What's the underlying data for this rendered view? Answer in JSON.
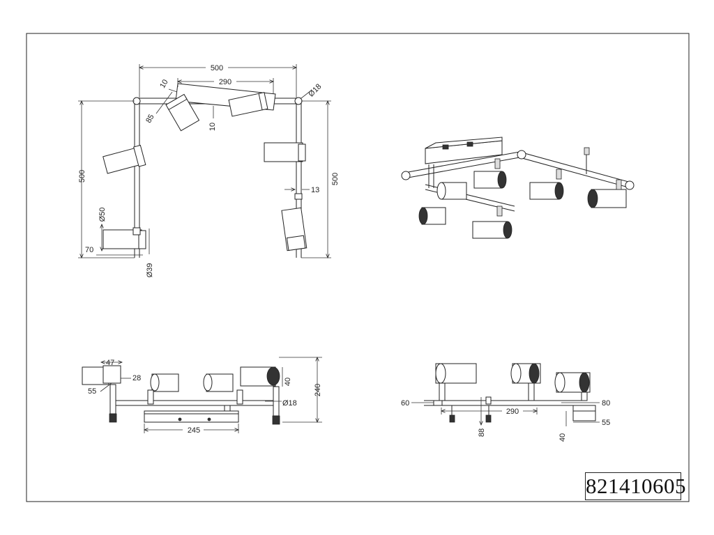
{
  "drawing": {
    "article_number": "821410605"
  },
  "top_view": {
    "width_overall": "500",
    "width_canopy": "290",
    "depth_overall": "500",
    "depth_right": "500",
    "canopy_offset": "10",
    "canopy_gap": "10",
    "arm_diameter": "Ø18",
    "shade_angle": "85",
    "shade_diameter": "Ø50",
    "shade_length": "70",
    "spot_diameter": "Ø39",
    "joint_size": "13"
  },
  "front_view": {
    "shade_length": "47",
    "joint_offset": "28",
    "joint_height": "55",
    "shade_height": "40",
    "arm_diameter": "Ø18",
    "canopy_length": "245",
    "total_height": "240"
  },
  "side_view": {
    "arm_offset": "60",
    "canopy_length": "290",
    "canopy_depth": "80",
    "canopy_height": "55",
    "drop_height": "88",
    "canopy_thickness": "40"
  }
}
